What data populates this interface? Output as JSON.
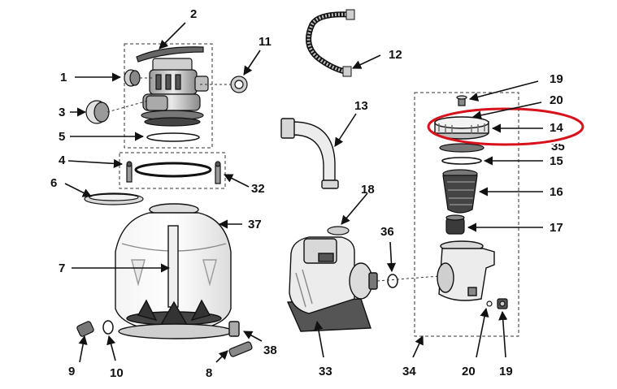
{
  "diagram": {
    "labels": {
      "l1": "1",
      "l2": "2",
      "l3": "3",
      "l4": "4",
      "l5": "5",
      "l6": "6",
      "l7": "7",
      "l8": "8",
      "l9": "9",
      "l10": "10",
      "l11": "11",
      "l12": "12",
      "l13": "13",
      "l14": "14",
      "l15": "15",
      "l16": "16",
      "l17": "17",
      "l18": "18",
      "l19a": "19",
      "l19b": "19",
      "l20a": "20",
      "l20b": "20",
      "l32": "32",
      "l33": "33",
      "l34": "34",
      "l35": "35",
      "l36": "36",
      "l37": "37",
      "l38": "38"
    },
    "colors": {
      "line": "#111111",
      "part_fill": "#e6e6e6",
      "part_dark": "#555555",
      "highlight": "#d7121b"
    }
  }
}
